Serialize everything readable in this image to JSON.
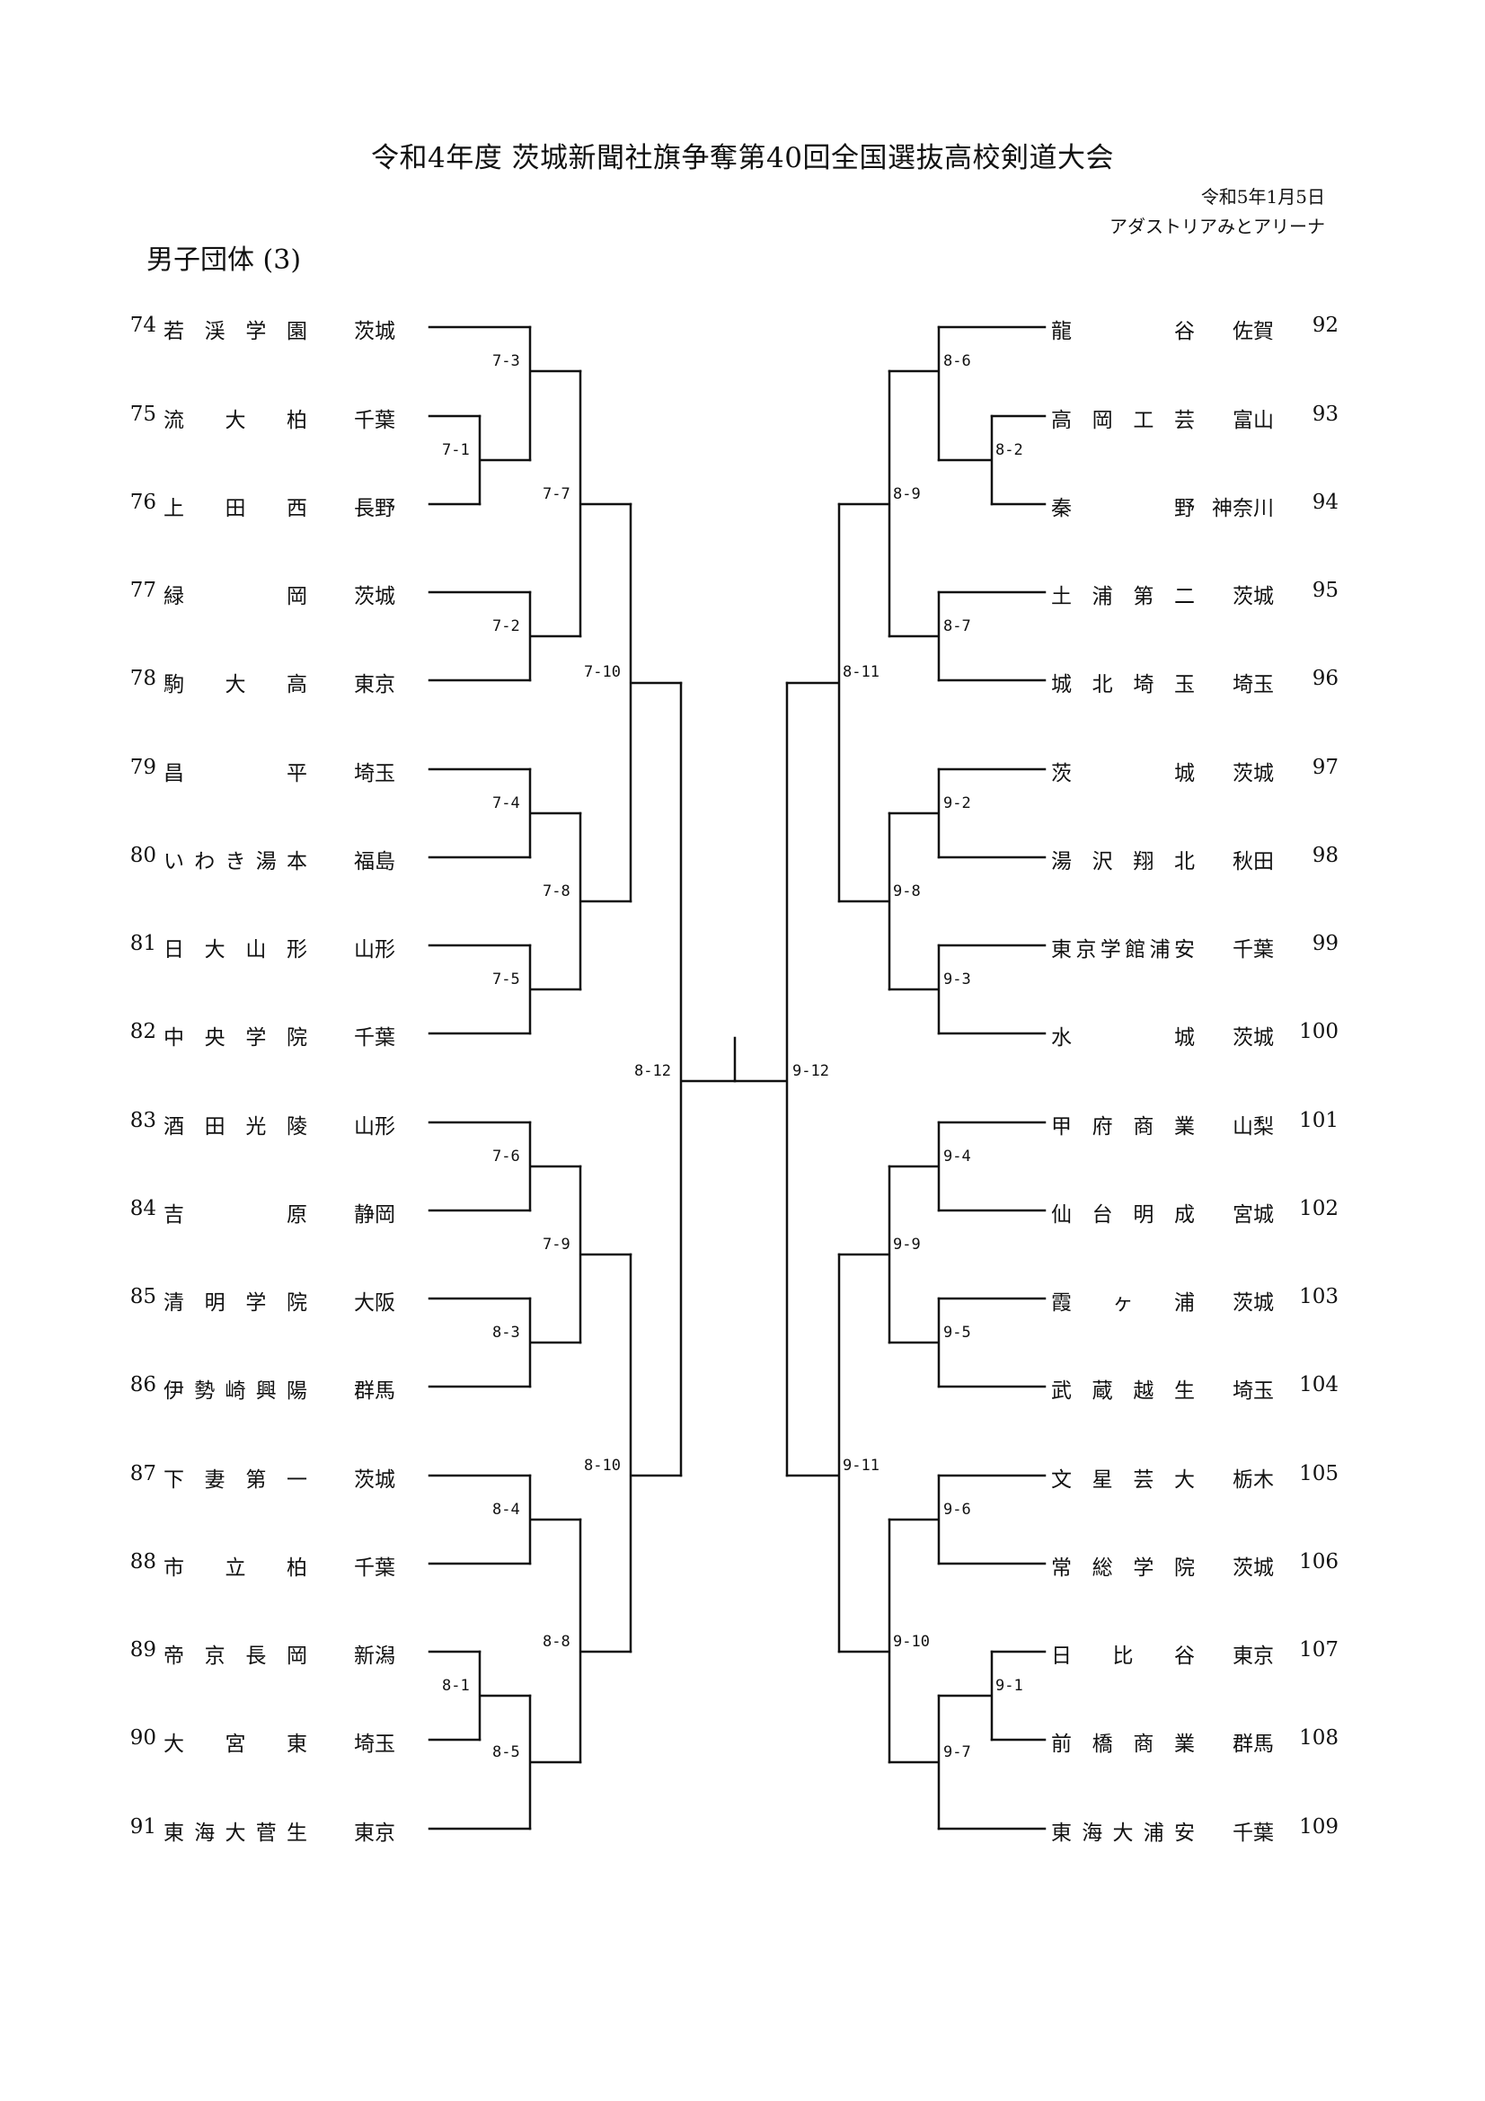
{
  "header": {
    "title": "令和4年度 茨城新聞社旗争奪第40回全国選抜高校剣道大会",
    "date": "令和5年1月5日",
    "venue": "アダストリアみとアリーナ",
    "subtitle": "男子団体 (3)"
  },
  "left_teams": [
    {
      "num": "74",
      "name": "若渓学園",
      "pref": "茨城"
    },
    {
      "num": "75",
      "name": "流大柏",
      "pref": "千葉"
    },
    {
      "num": "76",
      "name": "上田西",
      "pref": "長野"
    },
    {
      "num": "77",
      "name": "緑岡",
      "pref": "茨城"
    },
    {
      "num": "78",
      "name": "駒大高",
      "pref": "東京"
    },
    {
      "num": "79",
      "name": "昌平",
      "pref": "埼玉"
    },
    {
      "num": "80",
      "name": "いわき湯本",
      "pref": "福島"
    },
    {
      "num": "81",
      "name": "日大山形",
      "pref": "山形"
    },
    {
      "num": "82",
      "name": "中央学院",
      "pref": "千葉"
    },
    {
      "num": "83",
      "name": "酒田光陵",
      "pref": "山形"
    },
    {
      "num": "84",
      "name": "吉原",
      "pref": "静岡"
    },
    {
      "num": "85",
      "name": "清明学院",
      "pref": "大阪"
    },
    {
      "num": "86",
      "name": "伊勢崎興陽",
      "pref": "群馬"
    },
    {
      "num": "87",
      "name": "下妻第一",
      "pref": "茨城"
    },
    {
      "num": "88",
      "name": "市立柏",
      "pref": "千葉"
    },
    {
      "num": "89",
      "name": "帝京長岡",
      "pref": "新潟"
    },
    {
      "num": "90",
      "name": "大宮東",
      "pref": "埼玉"
    },
    {
      "num": "91",
      "name": "東海大菅生",
      "pref": "東京"
    }
  ],
  "right_teams": [
    {
      "num": "92",
      "name": "龍谷",
      "pref": "佐賀"
    },
    {
      "num": "93",
      "name": "高岡工芸",
      "pref": "富山"
    },
    {
      "num": "94",
      "name": "秦野",
      "pref": "神奈川"
    },
    {
      "num": "95",
      "name": "土浦第二",
      "pref": "茨城"
    },
    {
      "num": "96",
      "name": "城北埼玉",
      "pref": "埼玉"
    },
    {
      "num": "97",
      "name": "茨城",
      "pref": "茨城"
    },
    {
      "num": "98",
      "name": "湯沢翔北",
      "pref": "秋田"
    },
    {
      "num": "99",
      "name": "東京学館浦安",
      "pref": "千葉"
    },
    {
      "num": "100",
      "name": "水城",
      "pref": "茨城"
    },
    {
      "num": "101",
      "name": "甲府商業",
      "pref": "山梨"
    },
    {
      "num": "102",
      "name": "仙台明成",
      "pref": "宮城"
    },
    {
      "num": "103",
      "name": "霞ヶ浦",
      "pref": "茨城"
    },
    {
      "num": "104",
      "name": "武蔵越生",
      "pref": "埼玉"
    },
    {
      "num": "105",
      "name": "文星芸大",
      "pref": "栃木"
    },
    {
      "num": "106",
      "name": "常総学院",
      "pref": "茨城"
    },
    {
      "num": "107",
      "name": "日比谷",
      "pref": "東京"
    },
    {
      "num": "108",
      "name": "前橋商業",
      "pref": "群馬"
    },
    {
      "num": "109",
      "name": "東海大浦安",
      "pref": "千葉"
    }
  ],
  "matches": {
    "L_7_1": "7-1",
    "L_7_3": "7-3",
    "L_7_2": "7-2",
    "L_7_4": "7-4",
    "L_7_5": "7-5",
    "L_7_6": "7-6",
    "L_8_3": "8-3",
    "L_8_4": "8-4",
    "L_8_1": "8-1",
    "L_8_5": "8-5",
    "L_7_7": "7-7",
    "L_7_8": "7-8",
    "L_7_9": "7-9",
    "L_8_8": "8-8",
    "L_7_10": "7-10",
    "L_8_10": "8-10",
    "L_8_12": "8-12",
    "R_8_6": "8-6",
    "R_8_2": "8-2",
    "R_8_7": "8-7",
    "R_9_2": "9-2",
    "R_9_3": "9-3",
    "R_9_4": "9-4",
    "R_9_5": "9-5",
    "R_9_6": "9-6",
    "R_9_1": "9-1",
    "R_9_7": "9-7",
    "R_8_9": "8-9",
    "R_9_8": "9-8",
    "R_9_9": "9-9",
    "R_9_10": "9-10",
    "R_8_11": "8-11",
    "R_9_11": "9-11",
    "R_9_12": "9-12"
  }
}
